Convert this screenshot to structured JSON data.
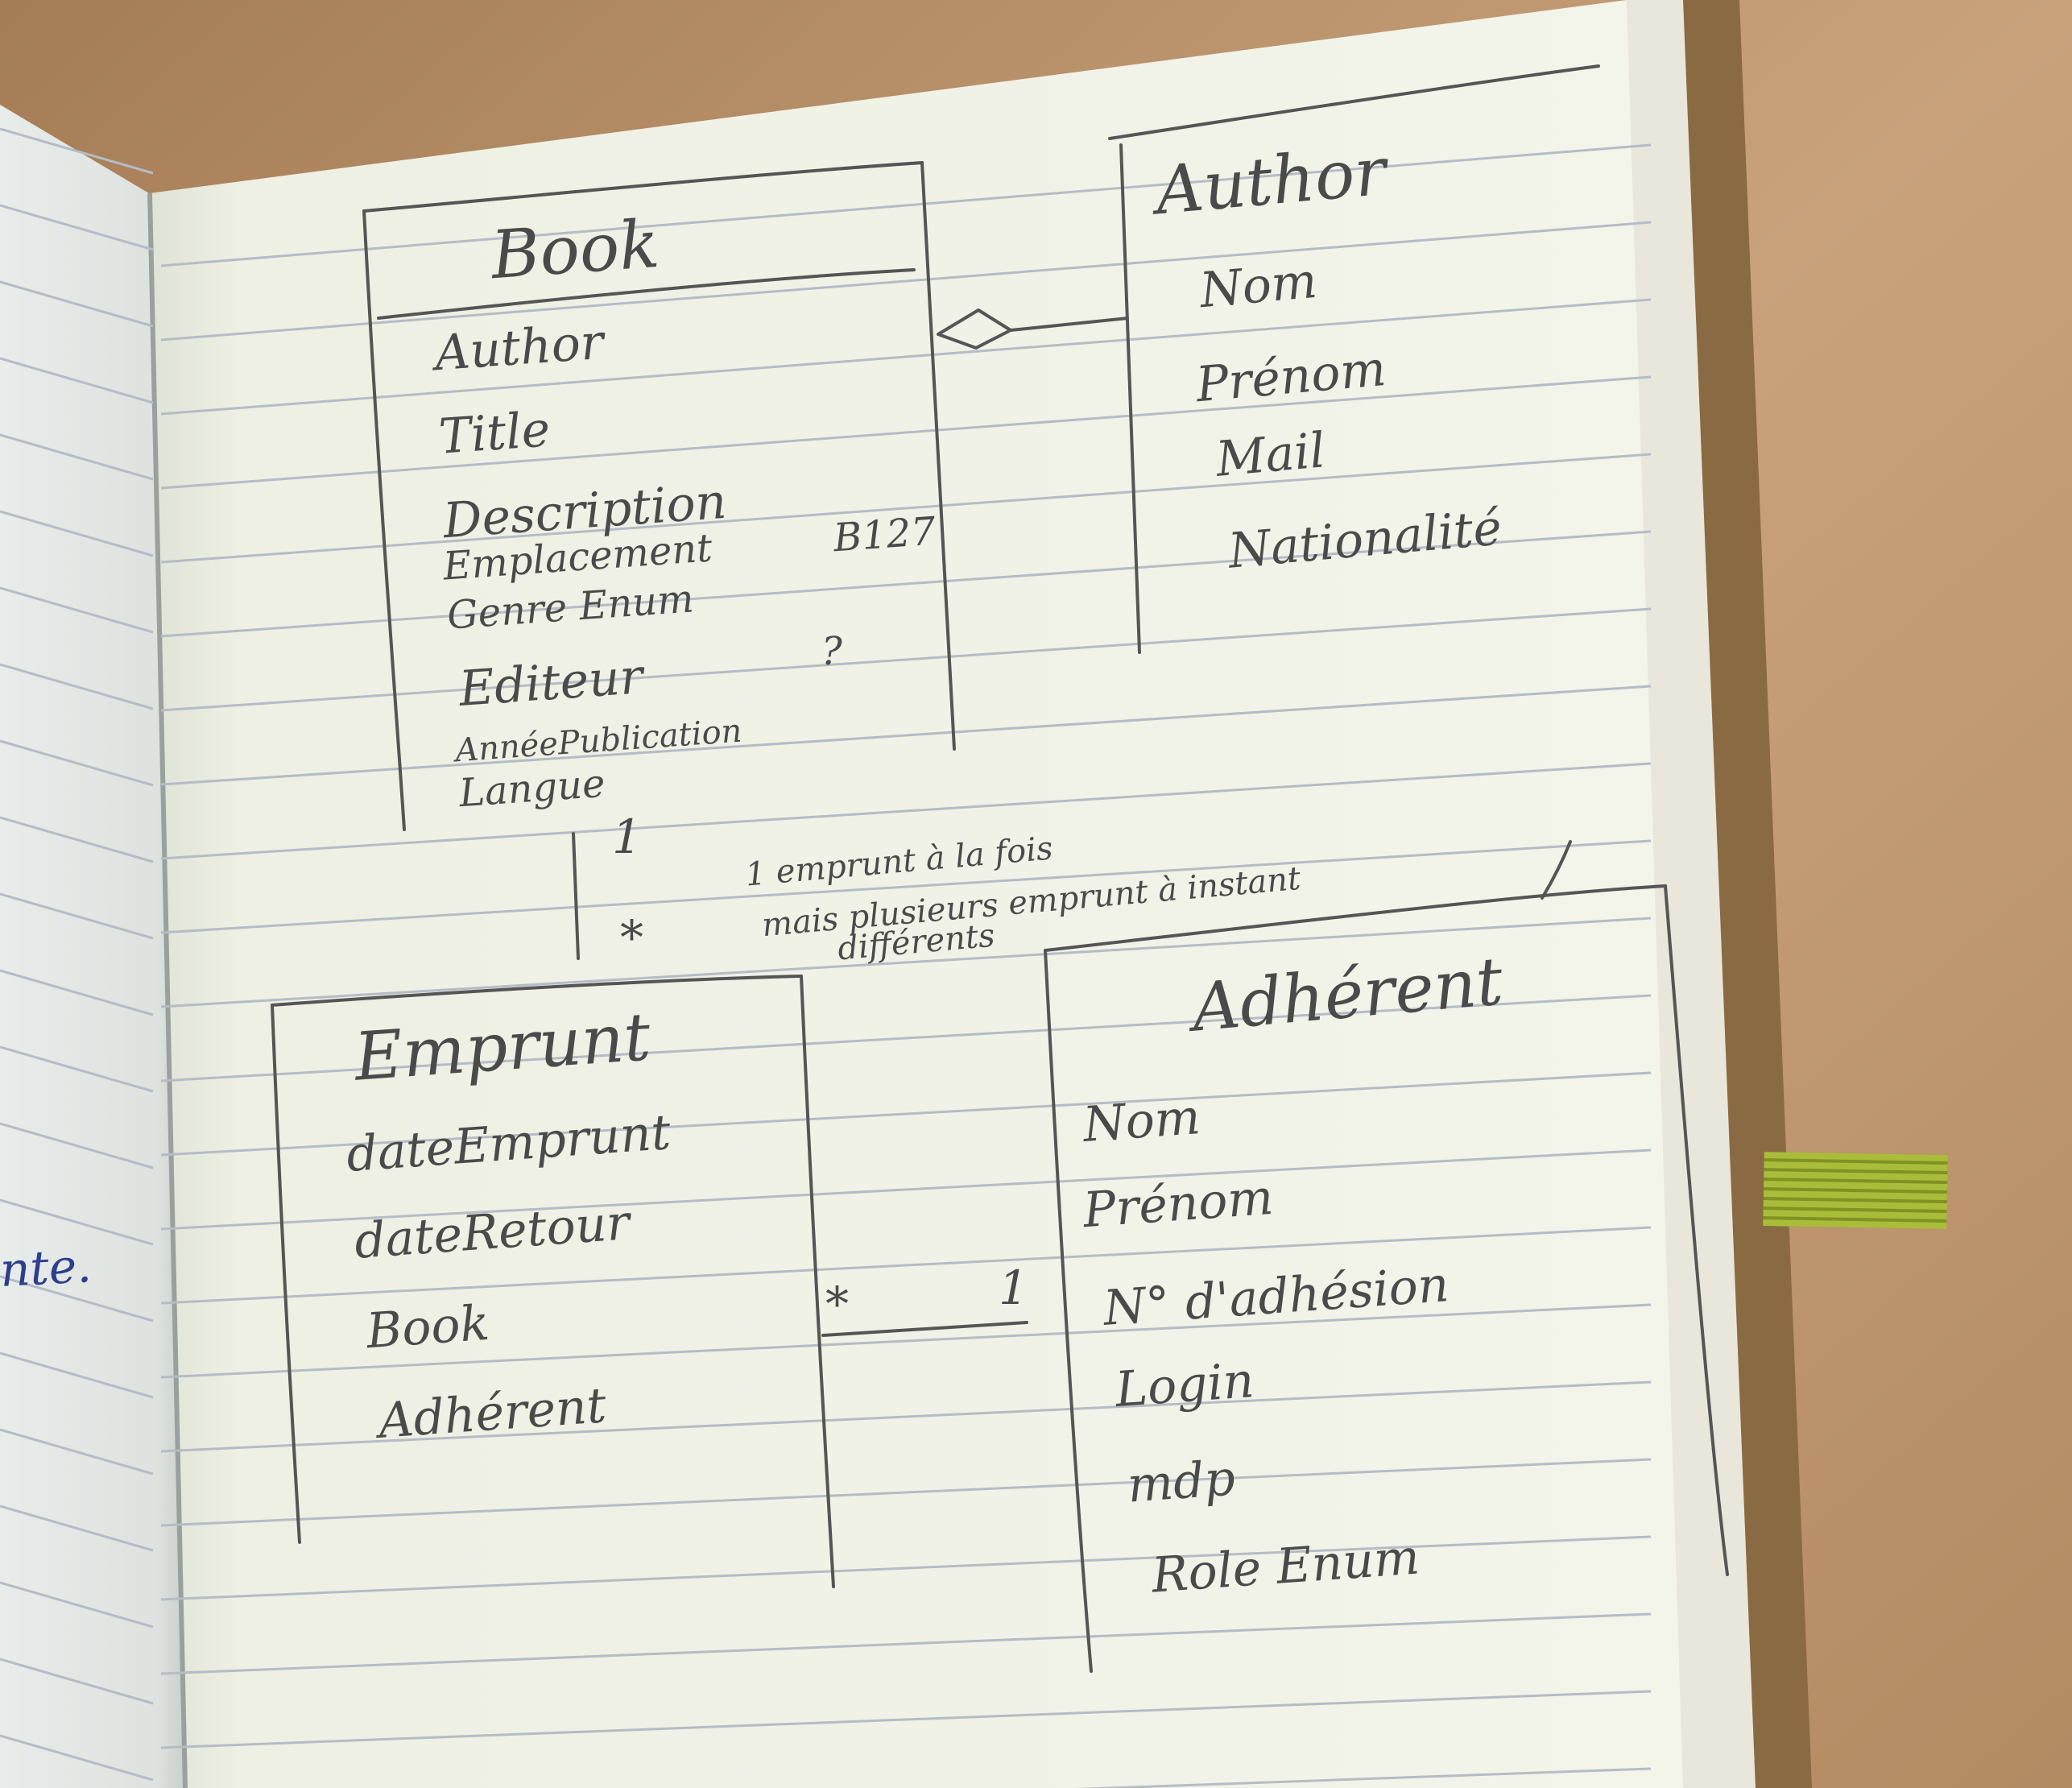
{
  "diagram": {
    "classes": {
      "book": {
        "name": "Book",
        "attributes": [
          "Author",
          "Title",
          "Description",
          "Emplacement",
          "Genre Enum",
          "Editeur",
          "AnnéePublication",
          "Langue"
        ],
        "emplacement_note": "B127",
        "editeur_note": "?"
      },
      "author": {
        "name": "Author",
        "attributes": [
          "Nom",
          "Prénom",
          "Mail",
          "Nationalité"
        ]
      },
      "emprunt": {
        "name": "Emprunt",
        "attributes": [
          "dateEmprunt",
          "dateRetour",
          "Book",
          "Adhérent"
        ]
      },
      "adherent": {
        "name": "Adhérent",
        "attributes": [
          "Nom",
          "Prénom",
          "N° d'adhésion",
          "Login",
          "mdp",
          "Role Enum"
        ]
      }
    },
    "associations": {
      "book_emprunt": {
        "book_end": "1",
        "emprunt_end": "*",
        "note_lines": [
          "1 emprunt à la fois",
          "mais plusieurs emprunt à instant",
          "différents"
        ]
      },
      "emprunt_adherent": {
        "emprunt_end": "*",
        "adherent_end": "1"
      }
    },
    "margin_fragment": "nte."
  },
  "colors": {
    "desk": "#c19a74",
    "paper": "#f0f1e6",
    "paper_left": "#e3e7e4",
    "rule_line": "#b4bcc6",
    "pencil": "#4a4a4a",
    "blue_ink": "#2d3f8c",
    "cover": "#8a6a42",
    "ribbon": "#a9bd3a"
  }
}
